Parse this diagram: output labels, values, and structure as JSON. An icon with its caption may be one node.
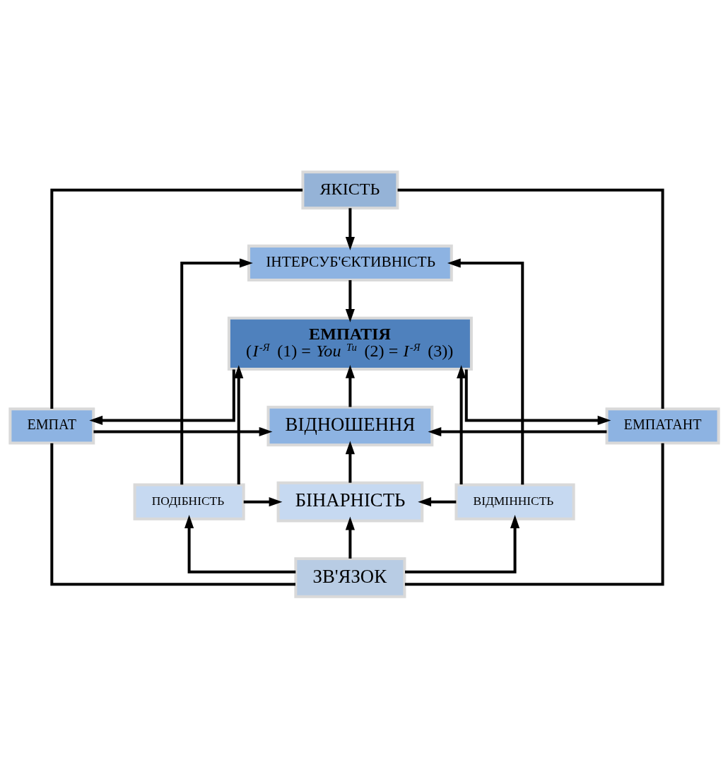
{
  "diagram": {
    "nodes": [
      {
        "text": [
          "ЯКІСТЬ"
        ]
      },
      {
        "text": [
          "ІНТЕРСУБ'ЄКТИВНІСТЬ"
        ]
      },
      {
        "text": [
          "ЕМПАТІЯ",
          "(*I*$^{-Я}$ (1) = *You* $^{Tu}$ (2) = *I*$^{-Я}$ (3))"
        ]
      },
      {
        "text": [
          "ЕМПАТ"
        ]
      },
      {
        "text": [
          "ВІДНОШЕННЯ"
        ]
      },
      {
        "text": [
          "ЕМПАТАНТ"
        ]
      },
      {
        "text": [
          "ПОДІБНІСТЬ"
        ]
      },
      {
        "text": [
          "БІНАРНІСТЬ"
        ]
      },
      {
        "text": [
          "ВІДМІННІСТЬ"
        ]
      },
      {
        "text": [
          "ЗВ'ЯЗОК"
        ]
      }
    ],
    "edges": [
      {
        "from": 0,
        "to": 1,
        "arrow": "to"
      },
      {
        "from": 1,
        "to": 2,
        "arrow": "to"
      },
      {
        "from": 2,
        "to": 3,
        "arrow": "to"
      },
      {
        "from": 2,
        "to": 5,
        "arrow": "to"
      },
      {
        "from": 4,
        "to": 2,
        "arrow": "to"
      },
      {
        "from": 3,
        "to": 4,
        "arrow": "to"
      },
      {
        "from": 5,
        "to": 4,
        "arrow": "to"
      },
      {
        "from": 7,
        "to": 4,
        "arrow": "to"
      },
      {
        "from": 6,
        "to": 7,
        "arrow": "to"
      },
      {
        "from": 8,
        "to": 7,
        "arrow": "to"
      },
      {
        "from": 9,
        "to": 6,
        "arrow": "to"
      },
      {
        "from": 9,
        "to": 7,
        "arrow": "to"
      },
      {
        "from": 9,
        "to": 8,
        "arrow": "to"
      },
      {
        "from": 0,
        "to": 3,
        "arrow": "none"
      },
      {
        "from": 0,
        "to": 5,
        "arrow": "none"
      },
      {
        "from": 6,
        "to": 1,
        "arrow": "to"
      },
      {
        "from": 6,
        "to": 2,
        "arrow": "to"
      },
      {
        "from": 8,
        "to": 1,
        "arrow": "to"
      },
      {
        "from": 8,
        "to": 2,
        "arrow": "to"
      },
      {
        "from": 3,
        "to": 9,
        "arrow": "none"
      },
      {
        "from": 5,
        "to": 9,
        "arrow": "none"
      }
    ]
  }
}
